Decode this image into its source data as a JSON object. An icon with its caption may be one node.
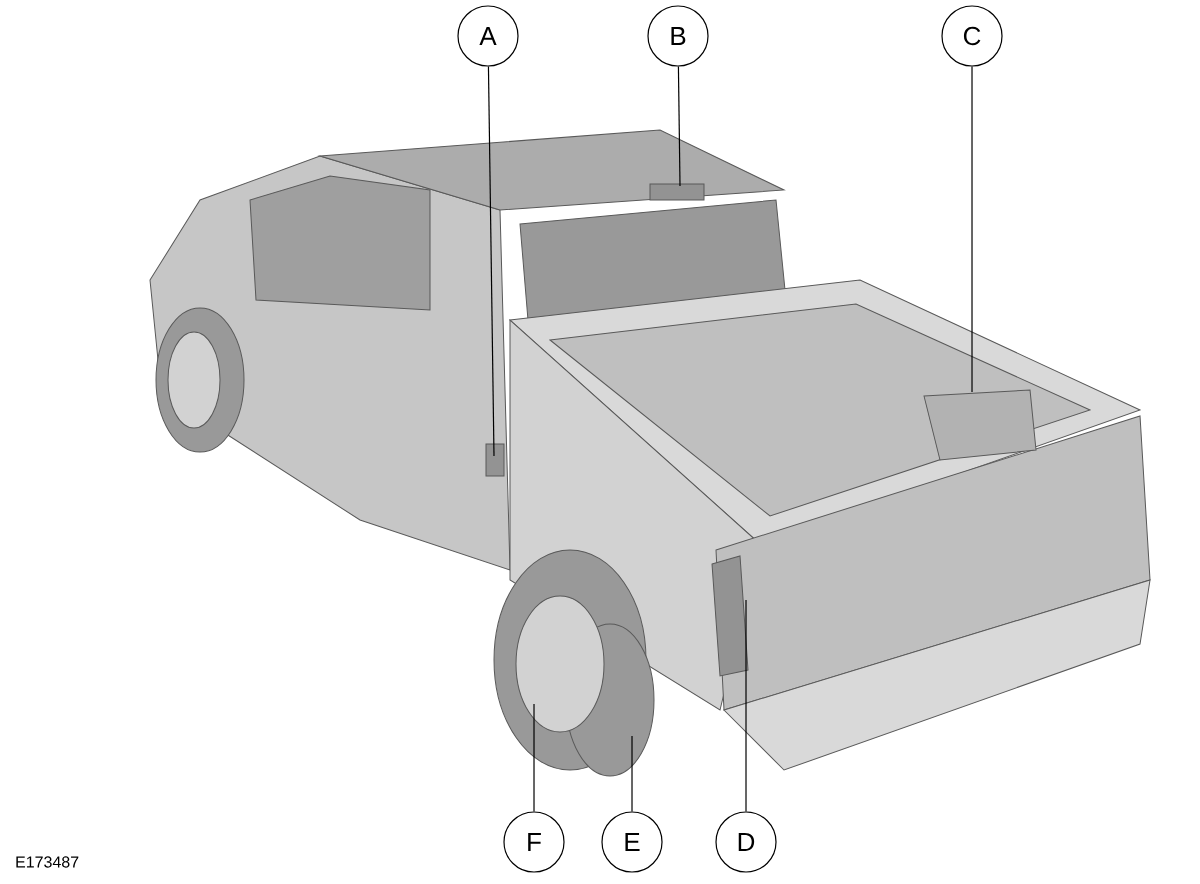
{
  "diagram": {
    "nodes": [
      {
        "text": [
          "A"
        ]
      },
      {
        "text": [
          "B"
        ]
      },
      {
        "text": [
          "C"
        ]
      },
      {
        "text": [
          "F"
        ]
      },
      {
        "text": [
          "E"
        ]
      },
      {
        "text": [
          "D"
        ]
      }
    ],
    "edges": [
      {
        "from": 0,
        "to": null,
        "arrow": "none"
      },
      {
        "from": 1,
        "to": null,
        "arrow": "none"
      },
      {
        "from": 2,
        "to": null,
        "arrow": "none"
      },
      {
        "from": 3,
        "to": null,
        "arrow": "none"
      },
      {
        "from": 4,
        "to": null,
        "arrow": "none"
      },
      {
        "from": 5,
        "to": null,
        "arrow": "none"
      }
    ],
    "labels": [
      "E173487"
    ]
  }
}
